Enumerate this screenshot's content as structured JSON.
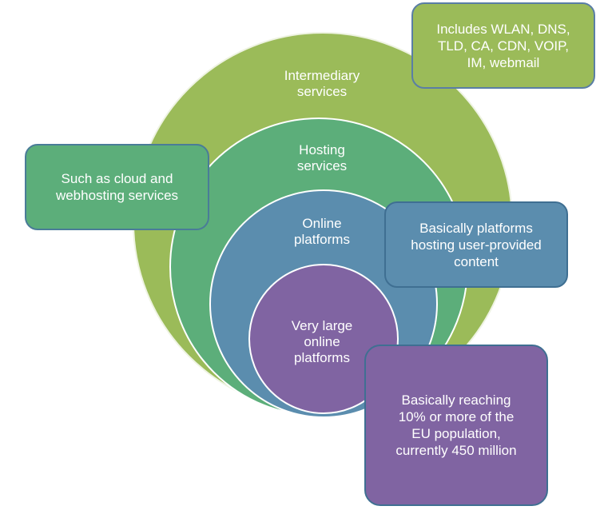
{
  "diagram": {
    "circles": [
      {
        "label": "Intermediary\nservices",
        "color": "#9bbb59"
      },
      {
        "label": "Hosting\nservices",
        "color": "#5cae7a"
      },
      {
        "label": "Online\nplatforms",
        "color": "#5b8dae"
      },
      {
        "label": "Very large\nonline\nplatforms",
        "color": "#8064a2"
      }
    ],
    "callouts": [
      {
        "text": "Includes WLAN, DNS,\nTLD, CA, CDN, VOIP,\nIM, webmail",
        "color": "#9bbb59"
      },
      {
        "text": "Such as cloud and\nwebhosting services",
        "color": "#5cae7a"
      },
      {
        "text": "Basically platforms\nhosting user-provided\ncontent",
        "color": "#5b8dae"
      },
      {
        "text": "Basically reaching\n10% or more of the\nEU population,\ncurrently 450 million",
        "color": "#8064a2"
      }
    ]
  }
}
